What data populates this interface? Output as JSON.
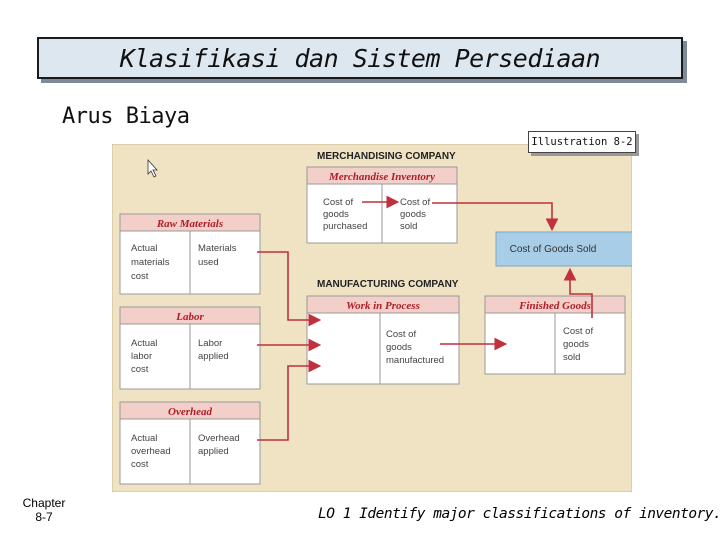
{
  "title": "Klasifikasi dan Sistem Persediaan",
  "subtitle": "Arus Biaya",
  "illustration_label": "Illustration 8-2",
  "diagram": {
    "merch_heading": "MERCHANDISING COMPANY",
    "mfg_heading": "MANUFACTURING COMPANY",
    "merch_inventory": {
      "title": "Merchandise Inventory",
      "left": [
        "Cost of",
        "goods",
        "purchased"
      ],
      "right": [
        "Cost of",
        "goods",
        "sold"
      ]
    },
    "cogs": "Cost of Goods Sold",
    "raw_materials": {
      "title": "Raw Materials",
      "left": [
        "Actual",
        "materials",
        "cost"
      ],
      "right": [
        "Materials",
        "used"
      ]
    },
    "labor": {
      "title": "Labor",
      "left": [
        "Actual",
        "labor",
        "cost"
      ],
      "right": [
        "Labor",
        "applied"
      ]
    },
    "overhead": {
      "title": "Overhead",
      "left": [
        "Actual",
        "overhead",
        "cost"
      ],
      "right": [
        "Overhead",
        "applied"
      ]
    },
    "work_in_process": {
      "title": "Work in Process",
      "right": [
        "Cost of",
        "goods",
        "manufactured"
      ]
    },
    "finished_goods": {
      "title": "Finished Goods",
      "right": [
        "Cost of",
        "goods",
        "sold"
      ]
    }
  },
  "footer": {
    "chapter_line1": "Chapter",
    "chapter_line2": "8-7",
    "lo_text": "LO 1 Identify major classifications of inventory."
  },
  "colors": {
    "bg_panel": "#efe3c4",
    "account_title_bg": "#f2cfc9",
    "account_title_text": "#b01c2a",
    "arrow": "#c0303f",
    "cogs_bg": "#a8cde6",
    "title_bar_bg": "#dde7f0"
  }
}
